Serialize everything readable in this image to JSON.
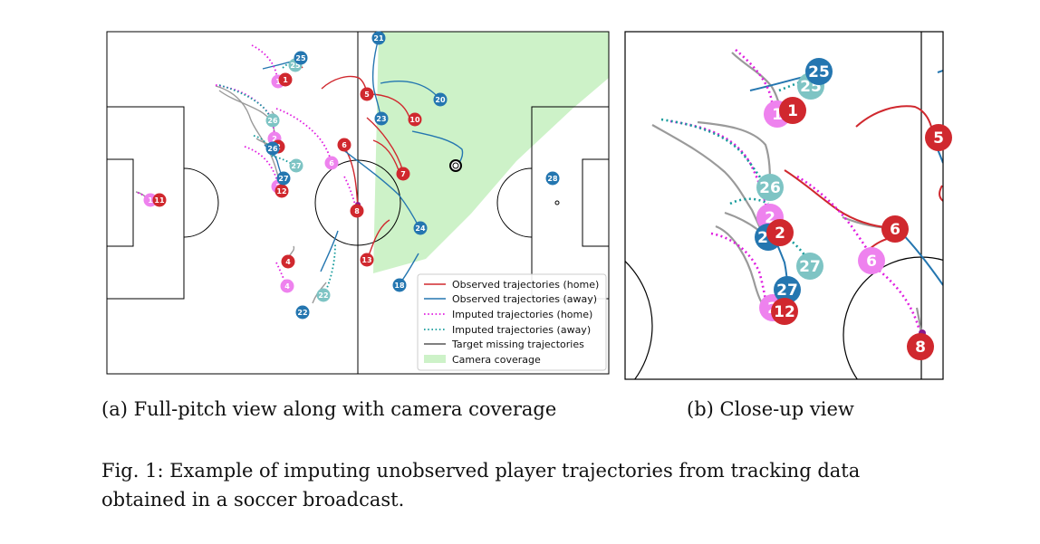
{
  "colors": {
    "home": "#d0282e",
    "home_imputed": "#ee82ee",
    "home_imputed_line": "#e01ee0",
    "away": "#2476b0",
    "away_imputed": "#7ec4c4",
    "away_imputed_line": "#179c9c",
    "target": "#9a9a9a",
    "coverage": "#cdf2c8",
    "pitch_line": "#000000"
  },
  "legend": {
    "observed_home": "Observed trajectories (home)",
    "observed_away": "Observed trajectories (away)",
    "imputed_home": "Imputed trajectories (home)",
    "imputed_away": "Imputed trajectories (away)",
    "target_missing": "Target missing trajectories",
    "camera": "Camera coverage"
  },
  "full_pitch": {
    "observed_home": [
      {
        "num": "1",
        "kind": "home"
      },
      {
        "num": "4",
        "kind": "home"
      },
      {
        "num": "5",
        "kind": "home"
      },
      {
        "num": "6",
        "kind": "home"
      },
      {
        "num": "7",
        "kind": "home"
      },
      {
        "num": "8",
        "kind": "home"
      },
      {
        "num": "10",
        "kind": "home"
      },
      {
        "num": "11",
        "kind": "home"
      },
      {
        "num": "12",
        "kind": "home"
      },
      {
        "num": "13",
        "kind": "home"
      },
      {
        "num": "2",
        "kind": "home"
      }
    ],
    "imputed_home": [
      {
        "num": "1",
        "kind": "home_imp"
      },
      {
        "num": "4",
        "kind": "home_imp"
      },
      {
        "num": "2",
        "kind": "home_imp"
      },
      {
        "num": "6",
        "kind": "home_imp"
      },
      {
        "num": "1",
        "kind": "home_imp"
      },
      {
        "num": "2",
        "kind": "home_imp"
      }
    ],
    "observed_away": [
      {
        "num": "21",
        "kind": "away"
      },
      {
        "num": "25",
        "kind": "away"
      },
      {
        "num": "20",
        "kind": "away"
      },
      {
        "num": "23",
        "kind": "away"
      },
      {
        "num": "26",
        "kind": "away"
      },
      {
        "num": "27",
        "kind": "away"
      },
      {
        "num": "24",
        "kind": "away"
      },
      {
        "num": "28",
        "kind": "away"
      },
      {
        "num": "18",
        "kind": "away"
      },
      {
        "num": "22",
        "kind": "away"
      }
    ],
    "imputed_away": [
      {
        "num": "25",
        "kind": "away_imp"
      },
      {
        "num": "26",
        "kind": "away_imp"
      },
      {
        "num": "27",
        "kind": "away_imp"
      },
      {
        "num": "22",
        "kind": "away_imp"
      }
    ]
  },
  "closeup": {
    "players": [
      {
        "num": "25",
        "kind": "away"
      },
      {
        "num": "25",
        "kind": "away_imp"
      },
      {
        "num": "1",
        "kind": "home"
      },
      {
        "num": "1",
        "kind": "home_imp"
      },
      {
        "num": "26",
        "kind": "away_imp"
      },
      {
        "num": "2",
        "kind": "home_imp"
      },
      {
        "num": "2",
        "kind": "home"
      },
      {
        "num": "26",
        "kind": "away"
      },
      {
        "num": "27",
        "kind": "away_imp"
      },
      {
        "num": "27",
        "kind": "away"
      },
      {
        "num": "12",
        "kind": "home"
      },
      {
        "num": "2",
        "kind": "home_imp"
      },
      {
        "num": "6",
        "kind": "home"
      },
      {
        "num": "6",
        "kind": "home_imp"
      },
      {
        "num": "8",
        "kind": "home"
      },
      {
        "num": "5",
        "kind": "home"
      }
    ]
  },
  "captions": {
    "sub_a": "(a) Full-pitch view along with camera coverage",
    "sub_b": "(b) Close-up view",
    "fig_line1": "Fig. 1: Example of imputing unobserved player trajectories from tracking data",
    "fig_line2": "obtained in a soccer broadcast."
  }
}
